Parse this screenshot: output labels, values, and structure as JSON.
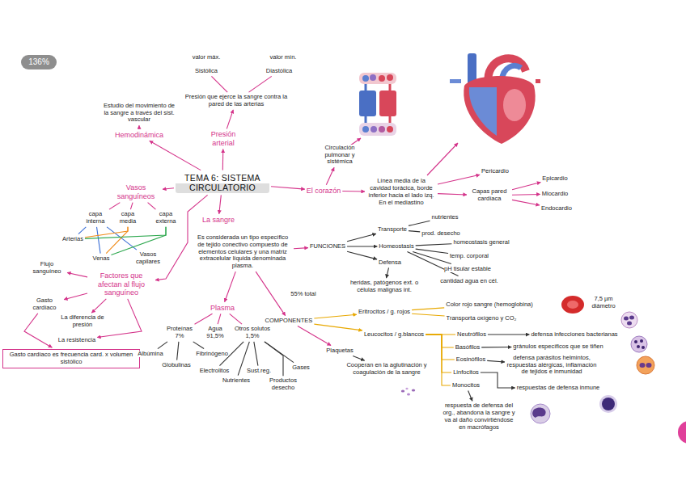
{
  "diagram": {
    "nodes": [
      {
        "text": [
          "TEMA 6: SISTEMA CIRCULATORIO"
        ]
      },
      {
        "text": [
          "Presión arterial"
        ]
      },
      {
        "text": [
          "Presión que ejerce la sangre contra la pared de las arterias"
        ]
      },
      {
        "text": [
          "Sistólica"
        ]
      },
      {
        "text": [
          "Diastólica"
        ]
      },
      {
        "text": [
          "Hemodinámica"
        ]
      },
      {
        "text": [
          "Estudio del movimiento de la sangre a través del sist. vascular"
        ]
      },
      {
        "text": [
          "Vasos sanguíneos"
        ]
      },
      {
        "text": [
          "capa interna"
        ]
      },
      {
        "text": [
          "capa media"
        ]
      },
      {
        "text": [
          "capa externa"
        ]
      },
      {
        "text": [
          "Arterias"
        ]
      },
      {
        "text": [
          "Venas"
        ]
      },
      {
        "text": [
          "Vasos capilares"
        ]
      },
      {
        "text": [
          "Factores que afectan al flujo sanguíneo"
        ]
      },
      {
        "text": [
          "Flujo sanguíneo"
        ]
      },
      {
        "text": [
          "Gasto cardíaco"
        ]
      },
      {
        "text": [
          "La diferencia de presión"
        ]
      },
      {
        "text": [
          "La resistencia"
        ]
      },
      {
        "text": [
          "Gasto cardíaco es frecuencia card. x volumen sistólico"
        ]
      },
      {
        "text": [
          "La sangre"
        ]
      },
      {
        "text": [
          "Es considerada un tipo específico de tejido conectivo compuesto de elementos celulares y una matriz extracelular líquida denominada plasma."
        ]
      },
      {
        "text": [
          "Plasma"
        ]
      },
      {
        "text": [
          "COMPONENTES"
        ]
      },
      {
        "text": [
          "Proteínas 7%"
        ]
      },
      {
        "text": [
          "Agua 91,5%"
        ]
      },
      {
        "text": [
          "Otros solutos 1,5%"
        ]
      },
      {
        "text": [
          "Albúmina"
        ]
      },
      {
        "text": [
          "Globulinas"
        ]
      },
      {
        "text": [
          "Fibrinógeno"
        ]
      },
      {
        "text": [
          "Electrolitos"
        ]
      },
      {
        "text": [
          "Nutrientes"
        ]
      },
      {
        "text": [
          "Sust.reg."
        ]
      },
      {
        "text": [
          "Gases"
        ]
      },
      {
        "text": [
          "Productos desecho"
        ]
      },
      {
        "text": [
          "FUNCIONES"
        ]
      },
      {
        "text": [
          "Transporte"
        ]
      },
      {
        "text": [
          "nutrientes"
        ]
      },
      {
        "text": [
          "prod. desecho"
        ]
      },
      {
        "text": [
          "Homeostasis"
        ]
      },
      {
        "text": [
          "homeostasis general"
        ]
      },
      {
        "text": [
          "temp. corporal"
        ]
      },
      {
        "text": [
          "pH tisular estable"
        ]
      },
      {
        "text": [
          "cantidad agua en cél."
        ]
      },
      {
        "text": [
          "Defensa"
        ]
      },
      {
        "text": [
          "heridas, patógenos ext. o células malignas int."
        ]
      },
      {
        "text": [
          "El corazón"
        ]
      },
      {
        "text": [
          "Circulación pulmonar y sistémica"
        ]
      },
      {
        "text": [
          "Línea media de la cavidad torácica, borde inferior hacia el lado izq. En el mediastino"
        ]
      },
      {
        "text": [
          "Pericardio"
        ]
      },
      {
        "text": [
          "Capas pared cardíaca"
        ]
      },
      {
        "text": [
          "Epicardio"
        ]
      },
      {
        "text": [
          "Miocardio"
        ]
      },
      {
        "text": [
          "Endocardio"
        ]
      },
      {
        "text": [
          "Eritrocitos / g. rojos"
        ]
      },
      {
        "text": [
          "Color rojo sangre (hemoglobina)"
        ]
      },
      {
        "text": [
          "Transporta oxígeno y CO₂"
        ]
      },
      {
        "text": [
          "Leucocitos / g.blancos"
        ]
      },
      {
        "text": [
          "Neutrófilos"
        ]
      },
      {
        "text": [
          "defensa infecciones bacterianas"
        ]
      },
      {
        "text": [
          "Basófilos"
        ]
      },
      {
        "text": [
          "gránulos específicos que se tiñen"
        ]
      },
      {
        "text": [
          "Eosinófilos"
        ]
      },
      {
        "text": [
          "defensa parásitos helmintos, respuestas alérgicas, inflamación de tejidos e inmunidad"
        ]
      },
      {
        "text": [
          "Linfocitos"
        ]
      },
      {
        "text": [
          "respuestas de defensa inmune"
        ]
      },
      {
        "text": [
          "Monocitos"
        ]
      },
      {
        "text": [
          "respuesta de defensa del org., abandona la sangre y va al daño convirtiéndose en macrófagos"
        ]
      },
      {
        "text": [
          "Plaquetas"
        ]
      },
      {
        "text": [
          "Cooperan en la aglutinación y coagulación de la sangre"
        ]
      }
    ],
    "edges": [
      {
        "from": 0,
        "to": 1,
        "arrow": "to"
      },
      {
        "from": 1,
        "to": 2,
        "arrow": "to"
      },
      {
        "from": 2,
        "to": 3,
        "arrow": "none"
      },
      {
        "from": 2,
        "to": 4,
        "arrow": "none"
      },
      {
        "from": 0,
        "to": 5,
        "arrow": "to"
      },
      {
        "from": 5,
        "to": 6,
        "arrow": "to"
      },
      {
        "from": 0,
        "to": 7,
        "arrow": "to"
      },
      {
        "from": 7,
        "to": 8,
        "arrow": "none"
      },
      {
        "from": 7,
        "to": 9,
        "arrow": "none"
      },
      {
        "from": 7,
        "to": 10,
        "arrow": "none"
      },
      {
        "from": 8,
        "to": 11,
        "arrow": "none"
      },
      {
        "from": 8,
        "to": 12,
        "arrow": "none"
      },
      {
        "from": 8,
        "to": 13,
        "arrow": "none"
      },
      {
        "from": 9,
        "to": 11,
        "arrow": "none"
      },
      {
        "from": 9,
        "to": 12,
        "arrow": "none"
      },
      {
        "from": 10,
        "to": 11,
        "arrow": "none"
      },
      {
        "from": 10,
        "to": 12,
        "arrow": "none"
      },
      {
        "from": 0,
        "to": 14,
        "arrow": "to"
      },
      {
        "from": 14,
        "to": 15,
        "arrow": "to"
      },
      {
        "from": 14,
        "to": 16,
        "arrow": "to"
      },
      {
        "from": 14,
        "to": 17,
        "arrow": "to"
      },
      {
        "from": 14,
        "to": 18,
        "arrow": "to"
      },
      {
        "from": 16,
        "to": 19,
        "arrow": "to"
      },
      {
        "from": 0,
        "to": 20,
        "arrow": "to"
      },
      {
        "from": 21,
        "to": 35,
        "arrow": "to"
      },
      {
        "from": 21,
        "to": 22,
        "arrow": "to"
      },
      {
        "from": 21,
        "to": 23,
        "arrow": "to"
      },
      {
        "from": 22,
        "to": 24,
        "arrow": "none"
      },
      {
        "from": 22,
        "to": 25,
        "arrow": "none"
      },
      {
        "from": 22,
        "to": 26,
        "arrow": "none"
      },
      {
        "from": 24,
        "to": 27,
        "arrow": "none"
      },
      {
        "from": 24,
        "to": 28,
        "arrow": "none"
      },
      {
        "from": 24,
        "to": 29,
        "arrow": "none"
      },
      {
        "from": 26,
        "to": 30,
        "arrow": "none"
      },
      {
        "from": 26,
        "to": 31,
        "arrow": "none"
      },
      {
        "from": 26,
        "to": 32,
        "arrow": "none"
      },
      {
        "from": 26,
        "to": 33,
        "arrow": "none"
      },
      {
        "from": 26,
        "to": 34,
        "arrow": "none"
      },
      {
        "from": 35,
        "to": 36,
        "arrow": "to"
      },
      {
        "from": 35,
        "to": 39,
        "arrow": "to"
      },
      {
        "from": 35,
        "to": 44,
        "arrow": "to"
      },
      {
        "from": 36,
        "to": 37,
        "arrow": "none"
      },
      {
        "from": 36,
        "to": 38,
        "arrow": "none"
      },
      {
        "from": 39,
        "to": 40,
        "arrow": "none"
      },
      {
        "from": 39,
        "to": 41,
        "arrow": "none"
      },
      {
        "from": 39,
        "to": 42,
        "arrow": "none"
      },
      {
        "from": 39,
        "to": 43,
        "arrow": "none"
      },
      {
        "from": 44,
        "to": 45,
        "arrow": "to"
      },
      {
        "from": 0,
        "to": 46,
        "arrow": "to"
      },
      {
        "from": 46,
        "to": 47,
        "arrow": "to"
      },
      {
        "from": 46,
        "to": 48,
        "arrow": "to"
      },
      {
        "from": 48,
        "to": 49,
        "arrow": "to"
      },
      {
        "from": 48,
        "to": 50,
        "arrow": "to"
      },
      {
        "from": 50,
        "to": 51,
        "arrow": "to"
      },
      {
        "from": 50,
        "to": 52,
        "arrow": "to"
      },
      {
        "from": 50,
        "to": 53,
        "arrow": "to"
      },
      {
        "from": 23,
        "to": 54,
        "arrow": "to"
      },
      {
        "from": 23,
        "to": 57,
        "arrow": "to"
      },
      {
        "from": 23,
        "to": 68,
        "arrow": "to"
      },
      {
        "from": 54,
        "to": 55,
        "arrow": "none"
      },
      {
        "from": 54,
        "to": 56,
        "arrow": "none"
      },
      {
        "from": 57,
        "to": 58,
        "arrow": "none"
      },
      {
        "from": 57,
        "to": 60,
        "arrow": "none"
      },
      {
        "from": 57,
        "to": 62,
        "arrow": "none"
      },
      {
        "from": 57,
        "to": 64,
        "arrow": "none"
      },
      {
        "from": 57,
        "to": 66,
        "arrow": "none"
      },
      {
        "from": 58,
        "to": 59,
        "arrow": "to"
      },
      {
        "from": 60,
        "to": 61,
        "arrow": "to"
      },
      {
        "from": 62,
        "to": 63,
        "arrow": "to"
      },
      {
        "from": 64,
        "to": 65,
        "arrow": "to"
      },
      {
        "from": 66,
        "to": 67,
        "arrow": "to"
      },
      {
        "from": 68,
        "to": 69,
        "arrow": "to"
      }
    ],
    "labels": [
      "136%",
      "valor máx.",
      "valor mín.",
      "55% total",
      "7,5 µm diámetro"
    ]
  }
}
